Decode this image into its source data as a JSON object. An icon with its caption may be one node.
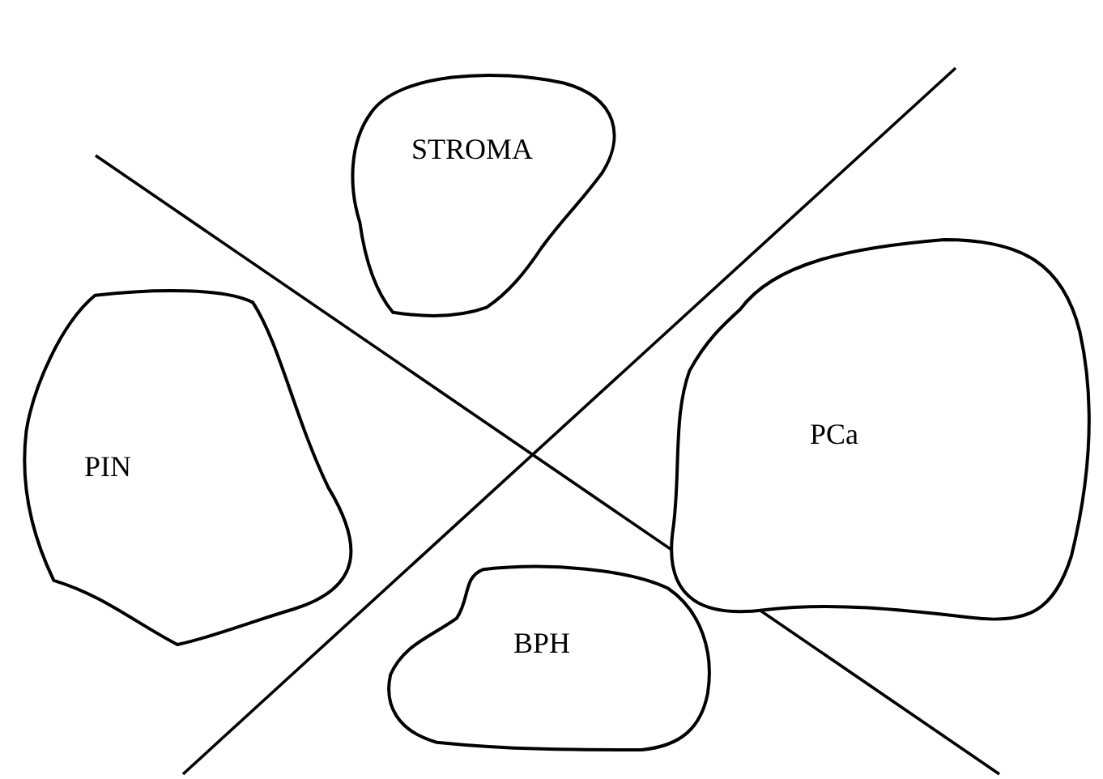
{
  "diagram": {
    "nodes": [
      {
        "text": [
          "STROMA"
        ]
      },
      {
        "text": [
          "PIN"
        ]
      },
      {
        "text": [
          "PCa"
        ]
      },
      {
        "text": [
          "BPH"
        ]
      }
    ]
  }
}
